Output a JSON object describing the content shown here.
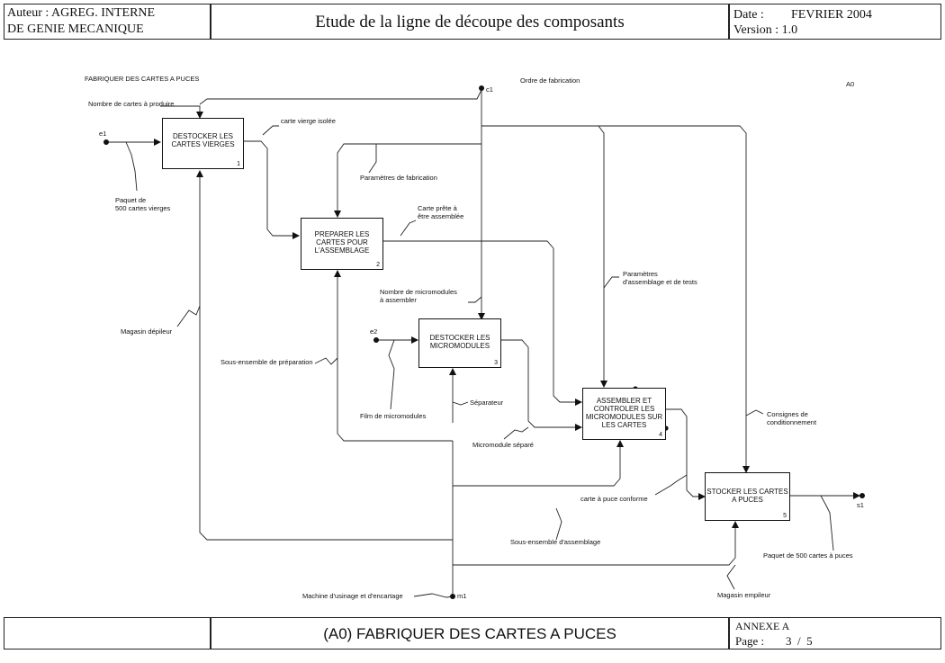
{
  "header": {
    "author_line1": "Auteur : AGREG. INTERNE",
    "author_line2": "DE GENIE MECANIQUE",
    "title": "Etude de la ligne de découpe des composants",
    "date_label": "Date :",
    "date_value": "FEVRIER 2004",
    "version": "Version : 1.0"
  },
  "diagram": {
    "node_title": "FABRIQUER DES CARTES A PUCES",
    "node_ref": "A0",
    "activities": [
      {
        "label": "DESTOCKER LES\nCARTES VIERGES",
        "num": "1"
      },
      {
        "label": "PREPARER LES\nCARTES POUR\nL'ASSEMBLAGE",
        "num": "2"
      },
      {
        "label": "DESTOCKER LES\nMICROMODULES",
        "num": "3"
      },
      {
        "label": "ASSEMBLER ET\nCONTROLER LES\nMICROMODULES SUR\nLES CARTES",
        "num": "4"
      },
      {
        "label": "STOCKER LES CARTES\nA PUCES",
        "num": "5"
      }
    ],
    "tunnel_codes": {
      "c1": "c1",
      "e1": "e1",
      "e2": "e2",
      "m1": "m1",
      "s1": "s1"
    },
    "arrow_labels": {
      "ordre": "Ordre de fabrication",
      "nombre_cartes": "Nombre de cartes à produire",
      "carte_vierge": "carte vierge isolée",
      "parametres_fab": "Paramètres de fabrication",
      "paquet_line1": "Paquet de",
      "paquet_line2": "500 cartes vierges",
      "carte_prete_line1": "Carte prête à",
      "carte_prete_line2": "être assemblée",
      "param_assemblage_line1": "Paramètres",
      "param_assemblage_line2": "d'assemblage et de tests",
      "nombre_micro_line1": "Nombre de micromodules",
      "nombre_micro_line2": "à assembler",
      "magasin_depileur": "Magasin dépileur",
      "sous_ens_prep": "Sous-ensemble de préparation",
      "film": "Film de micromodules",
      "separateur": "Séparateur",
      "micromodule_separe": "Micromodule séparé",
      "consignes_line1": "Consignes de",
      "consignes_line2": "conditionnement",
      "carte_conforme": "carte à puce conforme",
      "sous_ens_assemblage": "Sous-ensemble d'assemblage",
      "paquet_sortie": "Paquet de 500 cartes à puces",
      "magasin_empileur": "Magasin empileur",
      "machine": "Machine d'usinage et d'encartage"
    }
  },
  "footer": {
    "title": "(A0) FABRIQUER DES CARTES A PUCES",
    "annex": "ANNEXE A",
    "page_label": "Page :",
    "page_value": "3  /  5"
  }
}
